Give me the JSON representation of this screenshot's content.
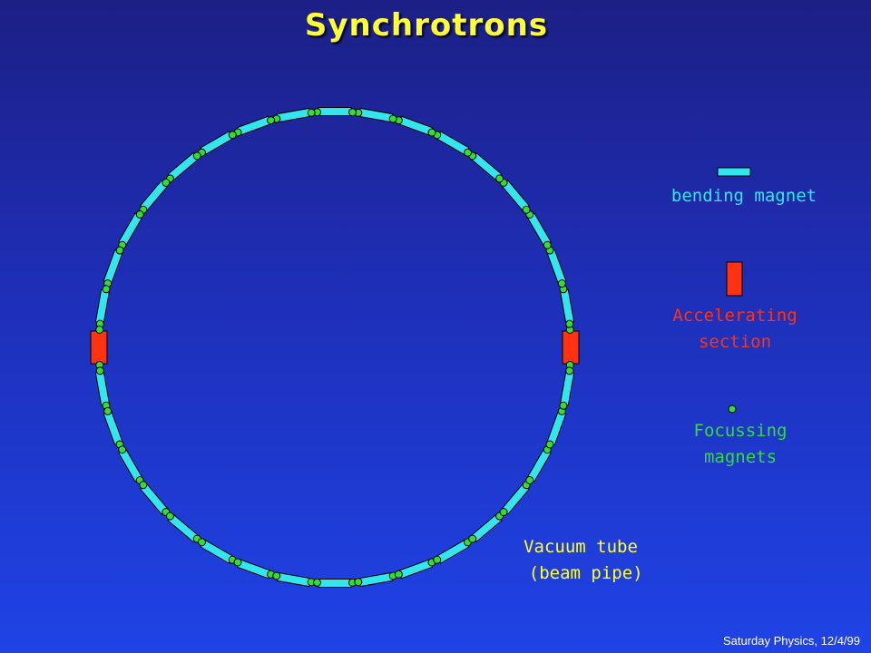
{
  "title": "Synchrotrons",
  "colors": {
    "title": "#ffff33",
    "bending_magnet": "#33e6ee",
    "accelerating_section": "#ff3311",
    "focusing_magnet": "#33dd33",
    "legend_bending_text": "#33e6ee",
    "legend_accel_text": "#ff3311",
    "legend_focus_text": "#33dd33",
    "vacuum_text": "#ffff33",
    "footer": "#ffffff"
  },
  "ring": {
    "bending_magnet_count": 36,
    "accelerating_section_count": 2
  },
  "legend": {
    "bending_magnet": {
      "label": "bending magnet"
    },
    "accelerating_section": {
      "lines": [
        "Accelerating",
        "section"
      ]
    },
    "focusing_magnets": {
      "lines": [
        "Focussing",
        "magnets"
      ]
    }
  },
  "vacuum_tube": {
    "lines": [
      "Vacuum tube",
      " (beam pipe)"
    ]
  },
  "footer": "Saturday Physics, 12/4/99"
}
